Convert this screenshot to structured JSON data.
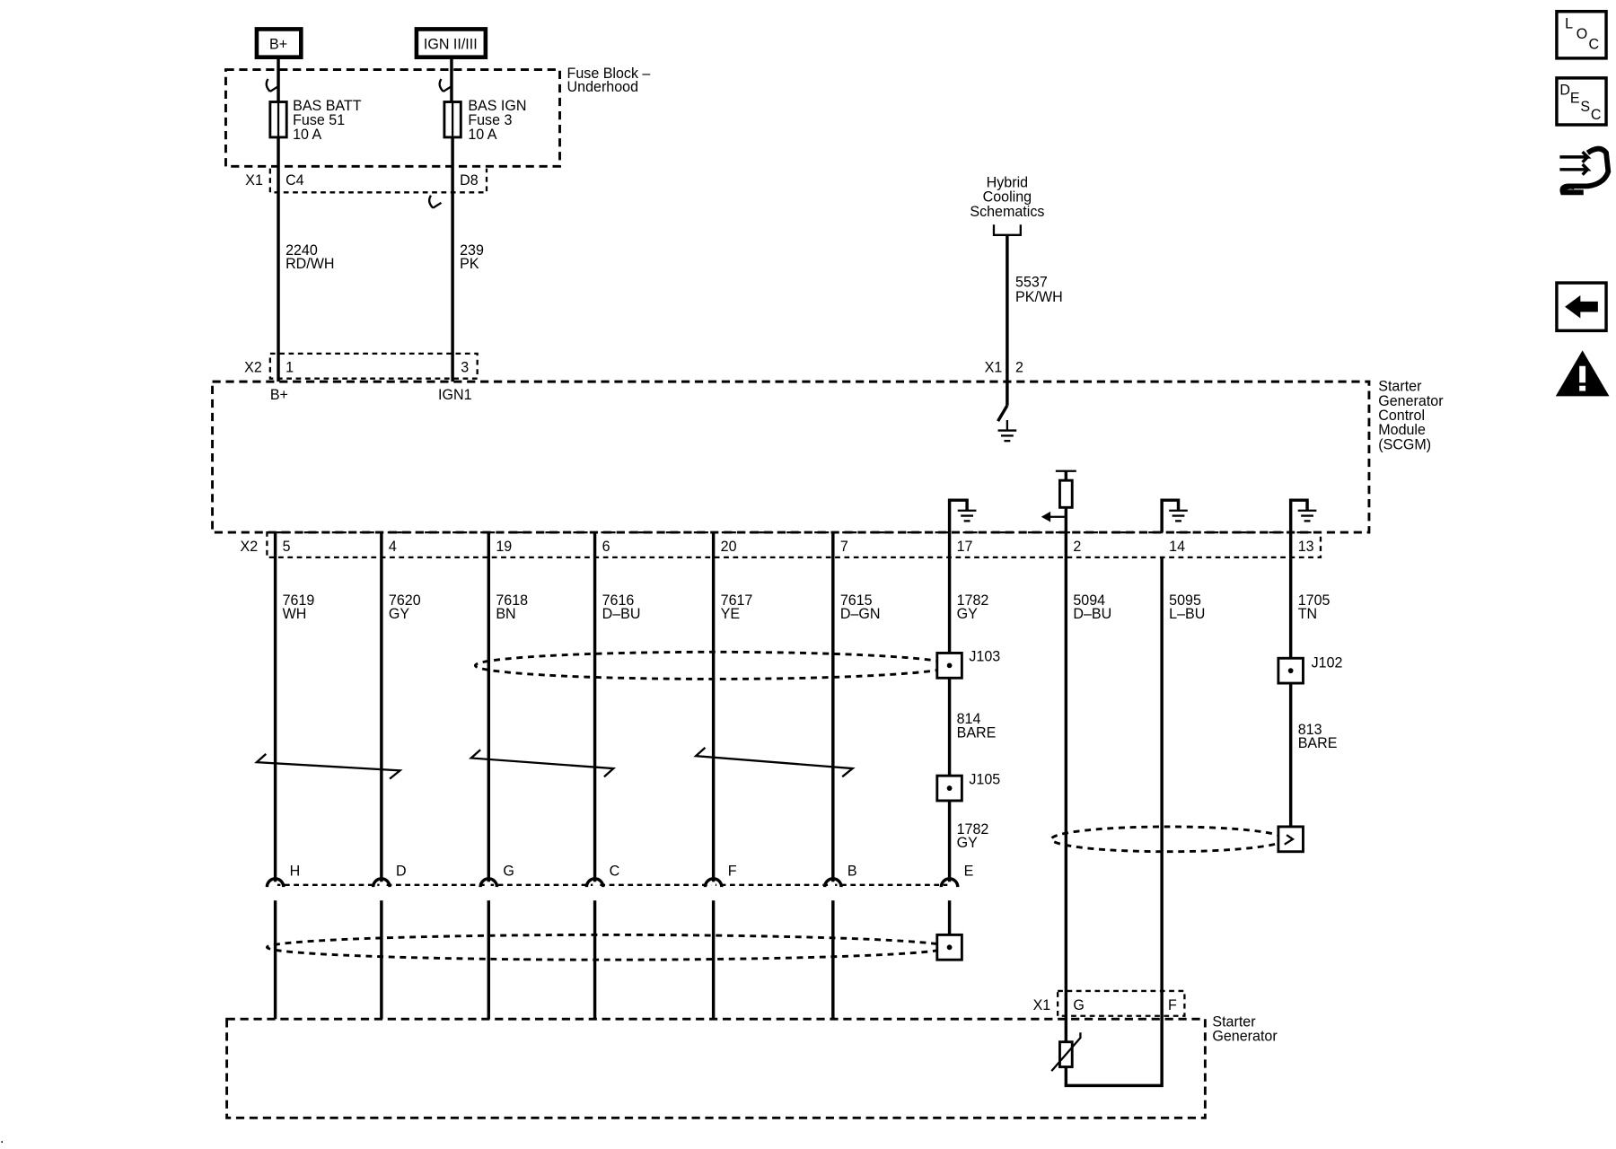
{
  "sources": {
    "bplus": "B+",
    "ign": "IGN II/III"
  },
  "fuse_block": {
    "title_line1": "Fuse Block –",
    "title_line2": "Underhood",
    "fuse1": [
      "BAS BATT",
      "Fuse 51",
      "10 A"
    ],
    "fuse2": [
      "BAS IGN",
      "Fuse 3",
      "10 A"
    ],
    "connector": "X1",
    "pin1": "C4",
    "pin2": "D8"
  },
  "top_wires": {
    "w1": [
      "2240",
      "RD/WH"
    ],
    "w2": [
      "239",
      "PK"
    ],
    "hybrid": [
      "Hybrid",
      "Cooling",
      "Schematics"
    ],
    "w3": [
      "5537",
      "PK/WH"
    ]
  },
  "scgm": {
    "title": [
      "Starter",
      "Generator",
      "Control",
      "Module",
      "(SCGM)"
    ],
    "x2_top": "X2",
    "pin1": "1",
    "pin3": "3",
    "bplus": "B+",
    "ign1": "IGN1",
    "x1": "X1",
    "pin2": "2",
    "x2_bottom": "X2",
    "bottom_pins": [
      "5",
      "4",
      "19",
      "6",
      "20",
      "7",
      "17",
      "2",
      "14",
      "13"
    ]
  },
  "wires": [
    [
      "7619",
      "WH"
    ],
    [
      "7620",
      "GY"
    ],
    [
      "7618",
      "BN"
    ],
    [
      "7616",
      "D–BU"
    ],
    [
      "7617",
      "YE"
    ],
    [
      "7615",
      "D–GN"
    ],
    [
      "1782",
      "GY"
    ],
    [
      "5094",
      "D–BU"
    ],
    [
      "5095",
      "L–BU"
    ],
    [
      "1705",
      "TN"
    ]
  ],
  "splices": {
    "j103": "J103",
    "j105": "J105",
    "j102": "J102",
    "bare814": [
      "814",
      "BARE"
    ],
    "bare813": [
      "813",
      "BARE"
    ],
    "gy1782": [
      "1782",
      "GY"
    ]
  },
  "connector_pins": [
    "H",
    "D",
    "G",
    "C",
    "F",
    "B",
    "E"
  ],
  "starter_generator": {
    "title": [
      "Starter",
      "Generator"
    ],
    "x1": "X1",
    "pinG": "G",
    "pinF": "F"
  },
  "side_nav": {
    "loc": [
      "L",
      "O",
      "C"
    ],
    "desc": [
      "D",
      "E",
      "S",
      "C"
    ]
  },
  "page_mark": "."
}
